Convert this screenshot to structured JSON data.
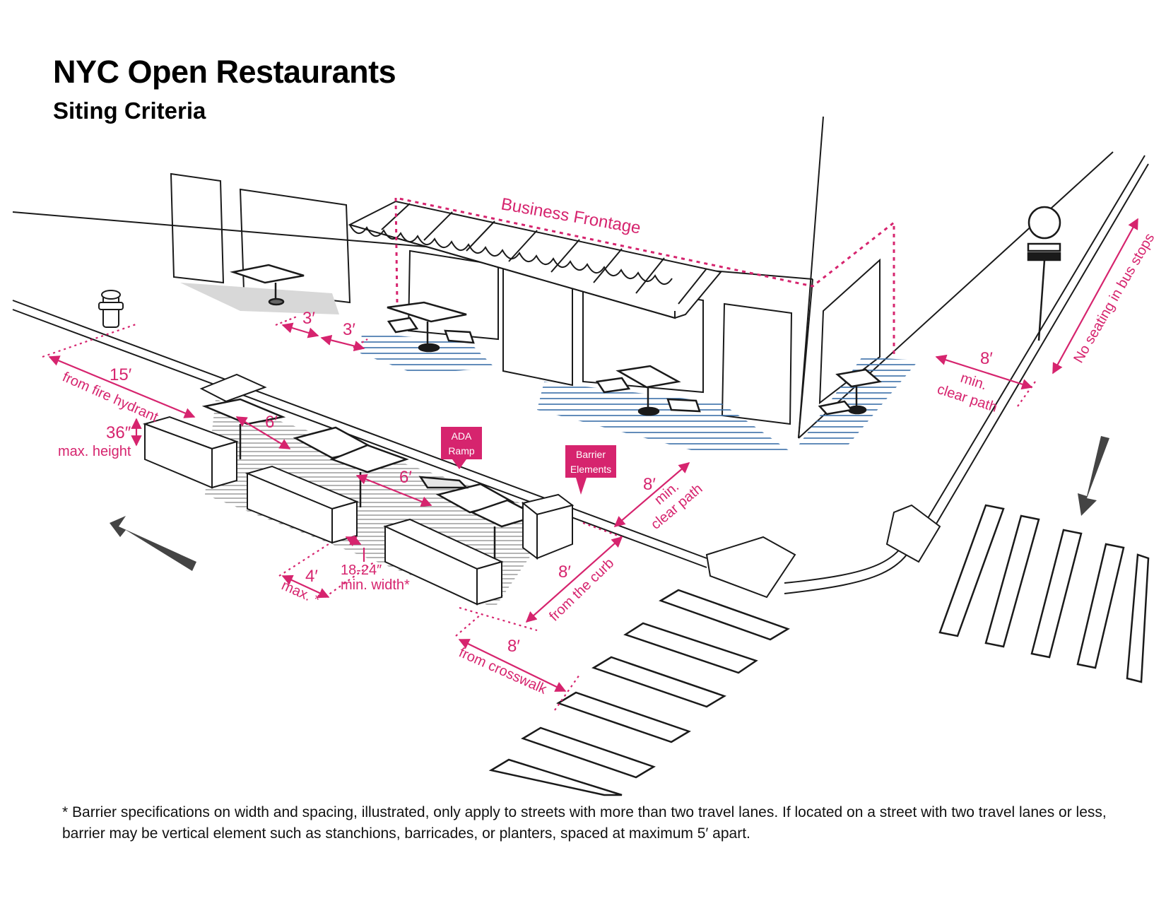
{
  "header": {
    "title": "NYC Open Restaurants",
    "subtitle": "Siting Criteria"
  },
  "labels": {
    "business_frontage": "Business Frontage",
    "dim_3ft_a": "3′",
    "dim_3ft_b": "3′",
    "dim_15ft": "15′",
    "from_fire_hydrant": "from fire hydrant",
    "dim_36in": "36″",
    "max_height": "max. height",
    "dim_6ft_a": "6′",
    "dim_6ft_b": "6′",
    "ada_line1": "ADA",
    "ada_line2": "Ramp",
    "barrier_line1": "Barrier",
    "barrier_line2": "Elements",
    "dim_8ft_clear_right": "8′",
    "min_clear_right_1": "min.",
    "min_clear_right_2": "clear path",
    "no_seating_bus": "No seating in bus stops",
    "dim_8ft_clear_mid": "8′",
    "min_clear_mid_1": "min.",
    "min_clear_mid_2": "clear path",
    "dim_4ft": "4′",
    "max_star": "max. *",
    "dim_18_24": "18-24″",
    "min_width": "min. width*",
    "dim_8ft_curb": "8′",
    "from_curb": "from the curb",
    "dim_8ft_crosswalk": "8′",
    "from_crosswalk": "from crosswalk"
  },
  "footnote": "* Barrier specifications on width and spacing, illustrated, only apply to streets with more than two travel lanes. If located on a street with two travel lanes or less, barrier may be vertical element such as stanchions, barricades, or planters, spaced at maximum 5′ apart.",
  "colors": {
    "accent": "#d6246e",
    "hatch_blue": "#3a6fa8",
    "line": "#1a1a1a"
  }
}
